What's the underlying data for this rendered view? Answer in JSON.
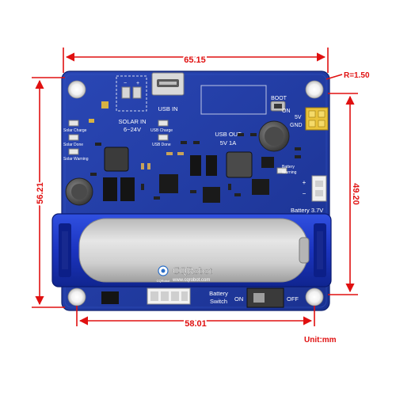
{
  "dimensions": {
    "top_width": "65.15",
    "bottom_width": "58.01",
    "left_height": "56.21",
    "right_height": "49.20",
    "corner_radius": "R=1.50",
    "unit": "Unit:mm"
  },
  "board": {
    "labels": {
      "usb_in": "USB IN",
      "solar_in": "SOLAR IN",
      "solar_voltage": "6~24V",
      "usb_out": "USB OUT",
      "usb_out_rating": "5V 1A",
      "boot": "BOOT",
      "on": "ON",
      "five_v": "5V",
      "gnd": "GND",
      "solar_charge": "Solar Charge",
      "solar_done": "Solar Done",
      "solar_warning": "Solar Warning",
      "usb_charge": "USB Charge",
      "usb_done": "USB Done",
      "battery_warning_1": "Battery",
      "battery_warning_2": "Warning",
      "battery_voltage": "Battery 3.7V",
      "battery_switch_1": "Battery",
      "battery_switch_2": "Switch",
      "switch_on": "ON",
      "switch_off": "OFF",
      "plus": "+",
      "minus": "−"
    }
  },
  "branding": {
    "name": "CQRobot",
    "url": "www.cqrobot.com",
    "badge": "CQRobot"
  },
  "colors": {
    "dimension": "#e01010",
    "pcb": "#1f3a9e",
    "battery_holder": "#1f35c8",
    "battery_cell": "#cfcfcf"
  }
}
